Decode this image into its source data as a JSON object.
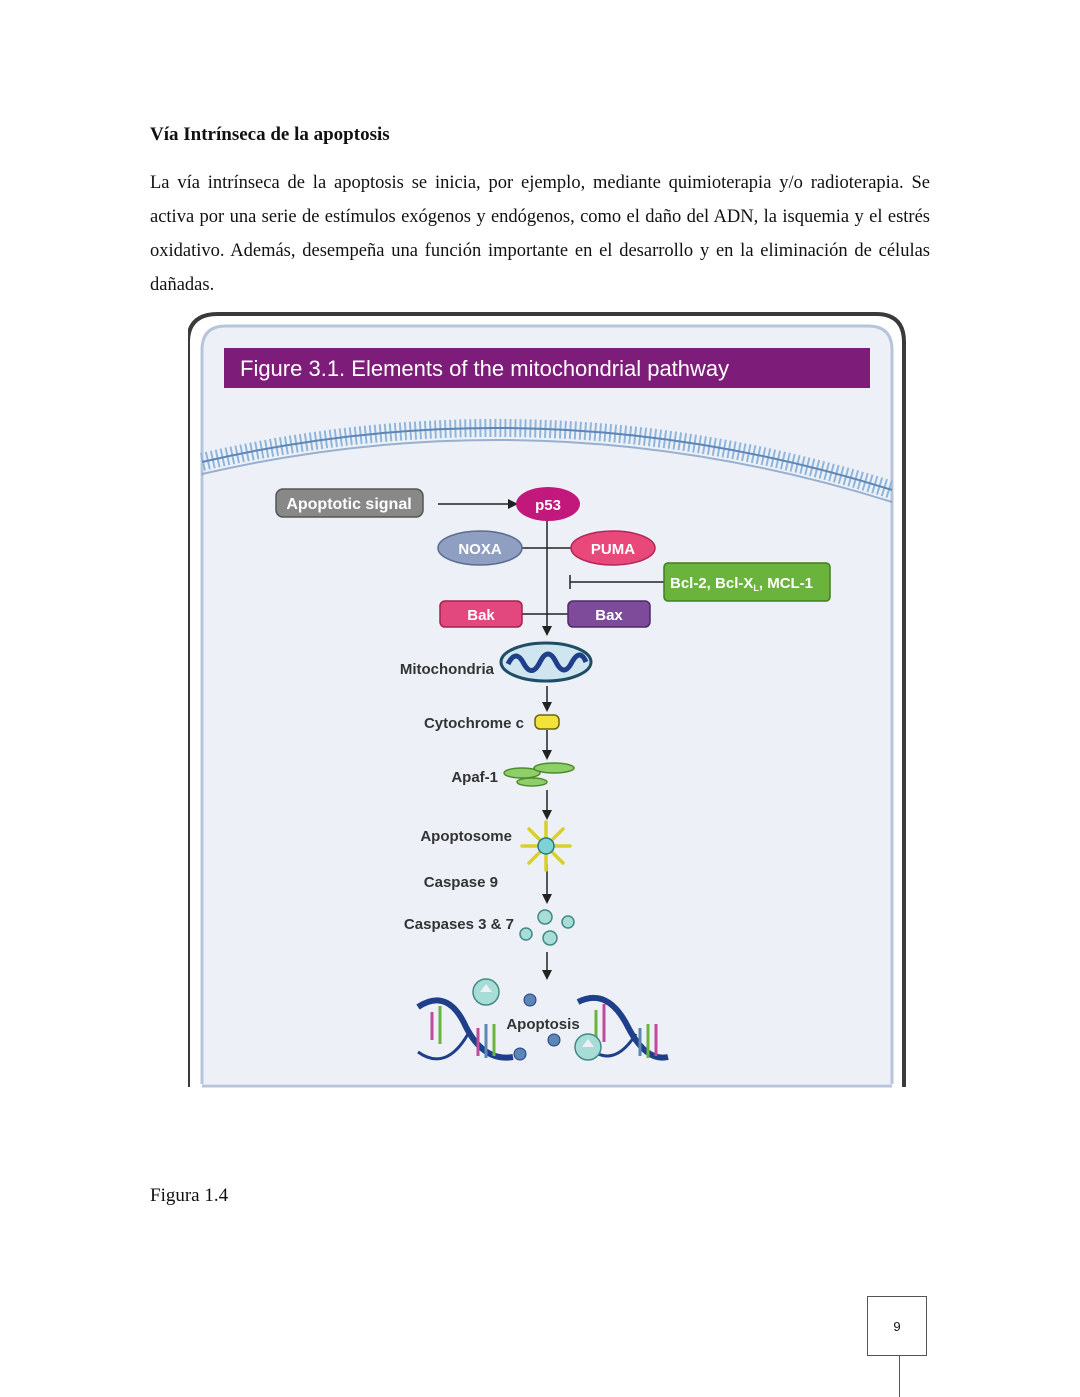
{
  "section": {
    "heading": "Vía Intrínseca de la apoptosis",
    "paragraph": "La vía intrínseca de la apoptosis se inicia, por ejemplo, mediante quimioterapia y/o radioterapia. Se activa por una serie de estímulos exógenos y endógenos, como el daño del ADN, la isquemia y el estrés oxidativo. Además, desempeña una función importante en el desarrollo y en la eliminación de células dañadas."
  },
  "figure": {
    "title": "Figure 3.1. Elements of the mitochondrial pathway",
    "nodes": {
      "apoptotic_signal": "Apoptotic signal",
      "p53": "p53",
      "noxa": "NOXA",
      "puma": "PUMA",
      "bcl": "Bcl-2, Bcl-X",
      "bcl_sub": "L",
      "bcl_tail": ", MCL-1",
      "bak": "Bak",
      "bax": "Bax",
      "mitochondria": "Mitochondria",
      "cytochrome_c": "Cytochrome c",
      "apaf1": "Apaf-1",
      "apoptosome": "Apoptosome",
      "caspase9": "Caspase 9",
      "caspases37": "Caspases 3 & 7",
      "apoptosis": "Apoptosis"
    },
    "colors": {
      "title_bar": "#7d1c79",
      "p53": "#c2187b",
      "puma": "#e8487a",
      "noxa": "#8f9fc2",
      "bak": "#e2477d",
      "bax": "#7d4b9a",
      "bcl": "#6ab33c",
      "membrane": "#8fb5dc",
      "panel_bg": "#edf1f7"
    },
    "caption": "Figura 1.4"
  },
  "page": {
    "number": "9"
  }
}
